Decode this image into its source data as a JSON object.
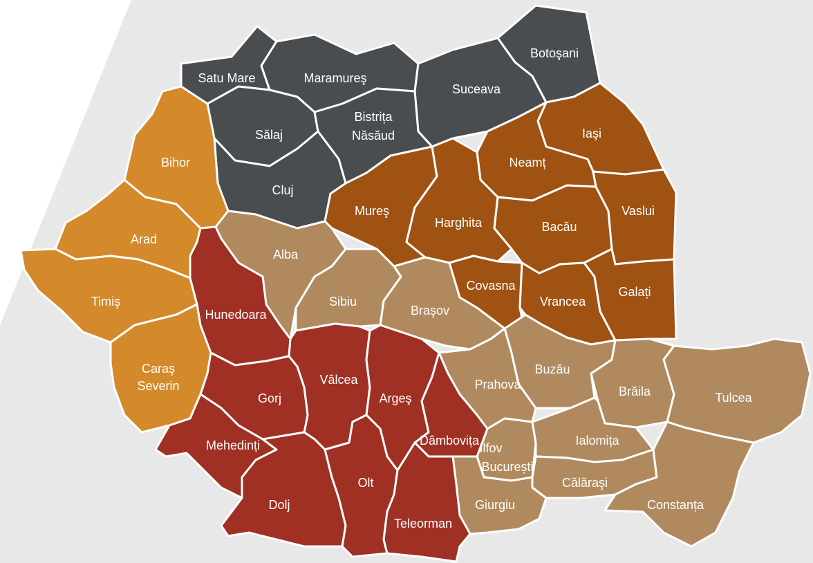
{
  "colors": {
    "north_west": "#4a4d50",
    "west": "#d4892a",
    "north_east": "#a05212",
    "center_south_east": "#b08a5e",
    "south_west": "#a13024",
    "background_band": "#e8e8e9",
    "border": "#ffffff"
  },
  "counties": {
    "satu_mare": "Satu Mare",
    "maramures": "Maramureş",
    "botosani": "Botoşani",
    "suceava": "Suceava",
    "salaj": "Sălaj",
    "bistrita_l1": "Bistrița",
    "bistrita_l2": "Năsăud",
    "cluj": "Cluj",
    "iasi": "Iaşi",
    "neamt": "Neamț",
    "bihor": "Bihor",
    "mures": "Mureş",
    "harghita": "Harghita",
    "bacau": "Bacău",
    "vaslui": "Vaslui",
    "arad": "Arad",
    "alba": "Alba",
    "timis": "Timiş",
    "hunedoara": "Hunedoara",
    "sibiu": "Sibiu",
    "brasov": "Braşov",
    "covasna": "Covasna",
    "vrancea": "Vrancea",
    "galati": "Galați",
    "caras_l1": "Caraş",
    "caras_l2": "Severin",
    "valcea": "Vâlcea",
    "arges": "Argeş",
    "gorj": "Gorj",
    "prahova": "Prahova",
    "buzau": "Buzău",
    "braila": "Brăila",
    "tulcea": "Tulcea",
    "mehedinti": "Mehedinți",
    "dambovita": "Dâmbovița",
    "ilfov": "Ilfov",
    "bucuresti": "București",
    "ialomita": "Ialomița",
    "calarasi": "Călăraşi",
    "olt": "Olt",
    "dolj": "Dolj",
    "giurgiu": "Giurgiu",
    "teleorman": "Teleorman",
    "constanta": "Constanța"
  }
}
